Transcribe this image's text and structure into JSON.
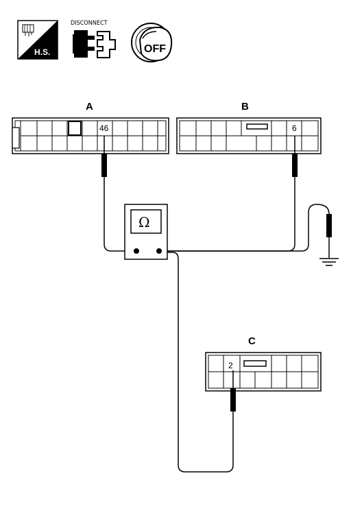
{
  "icons": {
    "hs_label": "H.S.",
    "disconnect_label": "DISCONNECT",
    "off_label": "OFF"
  },
  "meter": {
    "symbol": "Ω"
  },
  "connectors": {
    "a": {
      "label": "A",
      "pin": "46"
    },
    "b": {
      "label": "B",
      "pin": "6"
    },
    "c": {
      "label": "C",
      "pin": "2"
    }
  }
}
